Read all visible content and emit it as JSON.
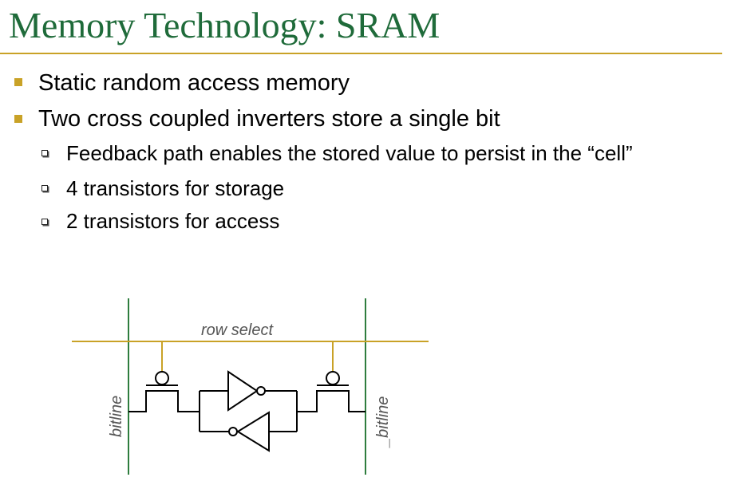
{
  "slide": {
    "title": "Memory Technology: SRAM",
    "bullets": [
      {
        "level": 1,
        "text": "Static random access memory"
      },
      {
        "level": 1,
        "text": "Two cross coupled inverters store a single bit"
      },
      {
        "level": 2,
        "text": "Feedback path enables the stored value to persist in the “cell”"
      },
      {
        "level": 2,
        "text": "4 transistors for storage"
      },
      {
        "level": 2,
        "text": "2 transistors for access"
      }
    ]
  },
  "diagram": {
    "row_select_label": "row select",
    "bitline_left_label": "bitline",
    "bitline_right_label": "_bitline",
    "colors": {
      "row_select_wire": "#c9a227",
      "bitline_wire": "#2e7d3e",
      "circuit_wire": "#000000",
      "label_text": "#555555",
      "title": "#1f6b3a",
      "accent": "#c9a227"
    }
  }
}
